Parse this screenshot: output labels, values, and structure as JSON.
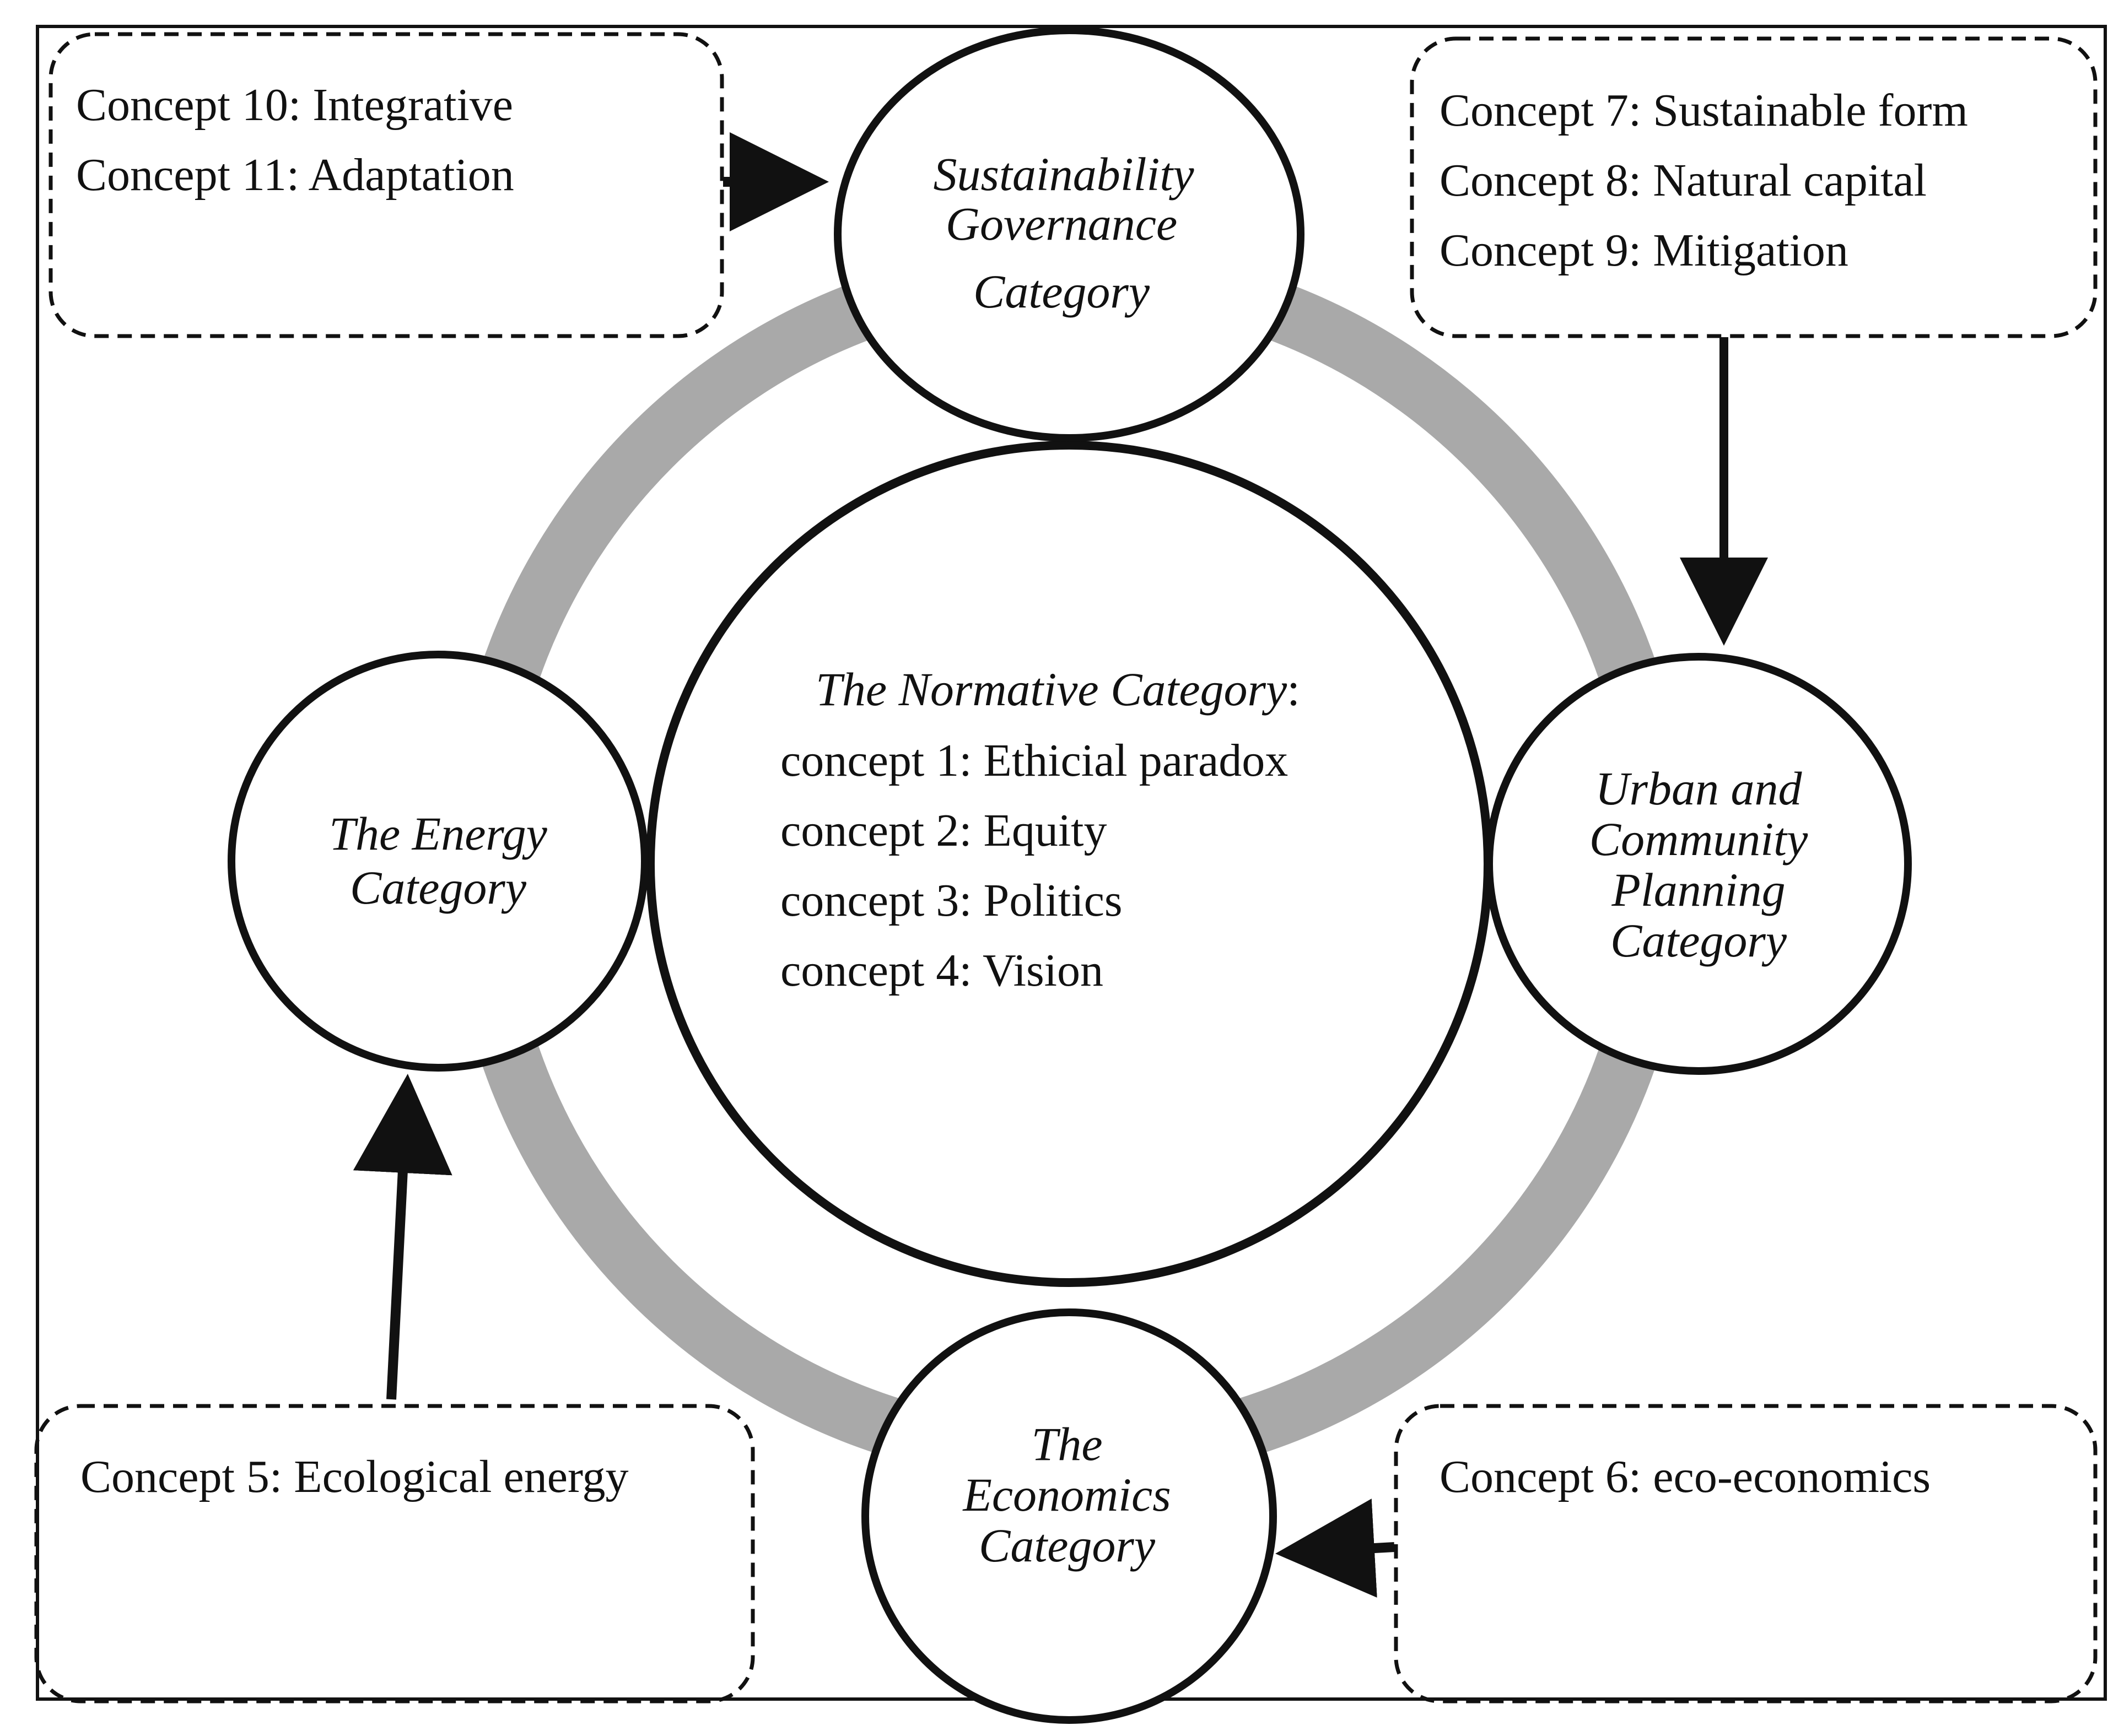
{
  "normative": {
    "title": "The Normative Category",
    "title_suffix": ":",
    "concepts": [
      "concept 1: Ethicial paradox",
      "concept 2: Equity",
      "concept 3: Politics",
      "concept 4: Vision"
    ]
  },
  "categories": {
    "governance": [
      "Sustainability",
      "Governance",
      "Category"
    ],
    "energy": [
      "The Energy",
      "Category"
    ],
    "urban": [
      "Urban and",
      "Community",
      "Planning",
      "Category"
    ],
    "economics": [
      "The",
      "Economics",
      "Category"
    ]
  },
  "concept_boxes": {
    "governance": [
      "Concept 10: Integrative",
      "Concept 11: Adaptation"
    ],
    "urban": [
      "Concept 7: Sustainable form",
      "Concept 8: Natural capital",
      "Concept 9: Mitigation"
    ],
    "energy": [
      "Concept 5: Ecological energy"
    ],
    "economics": [
      "Concept 6: eco-economics"
    ]
  },
  "colors": {
    "ring": "#a9a9a9",
    "stroke": "#111111",
    "background": "#ffffff"
  }
}
